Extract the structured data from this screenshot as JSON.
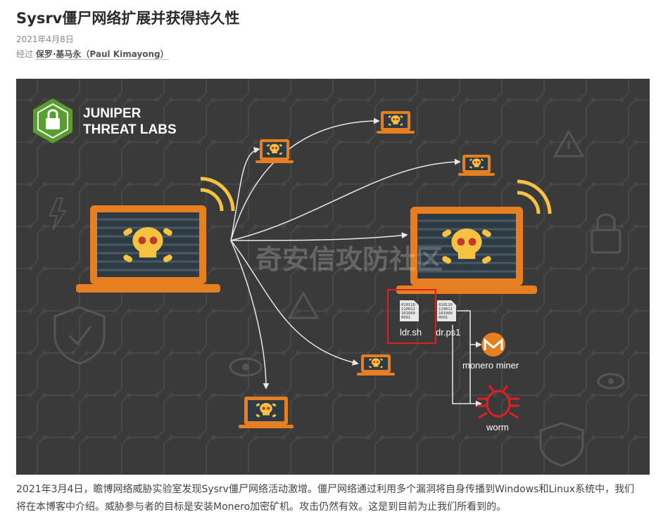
{
  "article": {
    "title": "Sysrv僵尸网络扩展并获得持久性",
    "date": "2021年4月8日",
    "byline_prefix": "经过",
    "author": "保罗·基马永（Paul Kimayong）",
    "body": "2021年3月4日，瞻博网络威胁实验室发现Sysrv僵尸网络活动激增。僵尸网络通过利用多个漏洞将自身传播到Windows和Linux系统中，我们将在本博客中介绍。威胁参与者的目标是安装Monero加密矿机。攻击仍然有效。这是到目前为止我们所看到的。"
  },
  "hero": {
    "logo_line1": "JUNIPER",
    "logo_line2": "THREAT LABS",
    "file1": "ldr.sh",
    "file2": "dr.ps1",
    "binary1": "010110",
    "binary2": "110011",
    "binary3": "101000",
    "binary4": "0001",
    "miner_label": "monero miner",
    "worm_label": "worm",
    "watermark": "奇安信攻防社区",
    "colors": {
      "background": "#3a3a3a",
      "laptop": "#e67e22",
      "skull": "#f5c242",
      "logo": "#5a9e2f",
      "highlight": "#e02020"
    }
  }
}
